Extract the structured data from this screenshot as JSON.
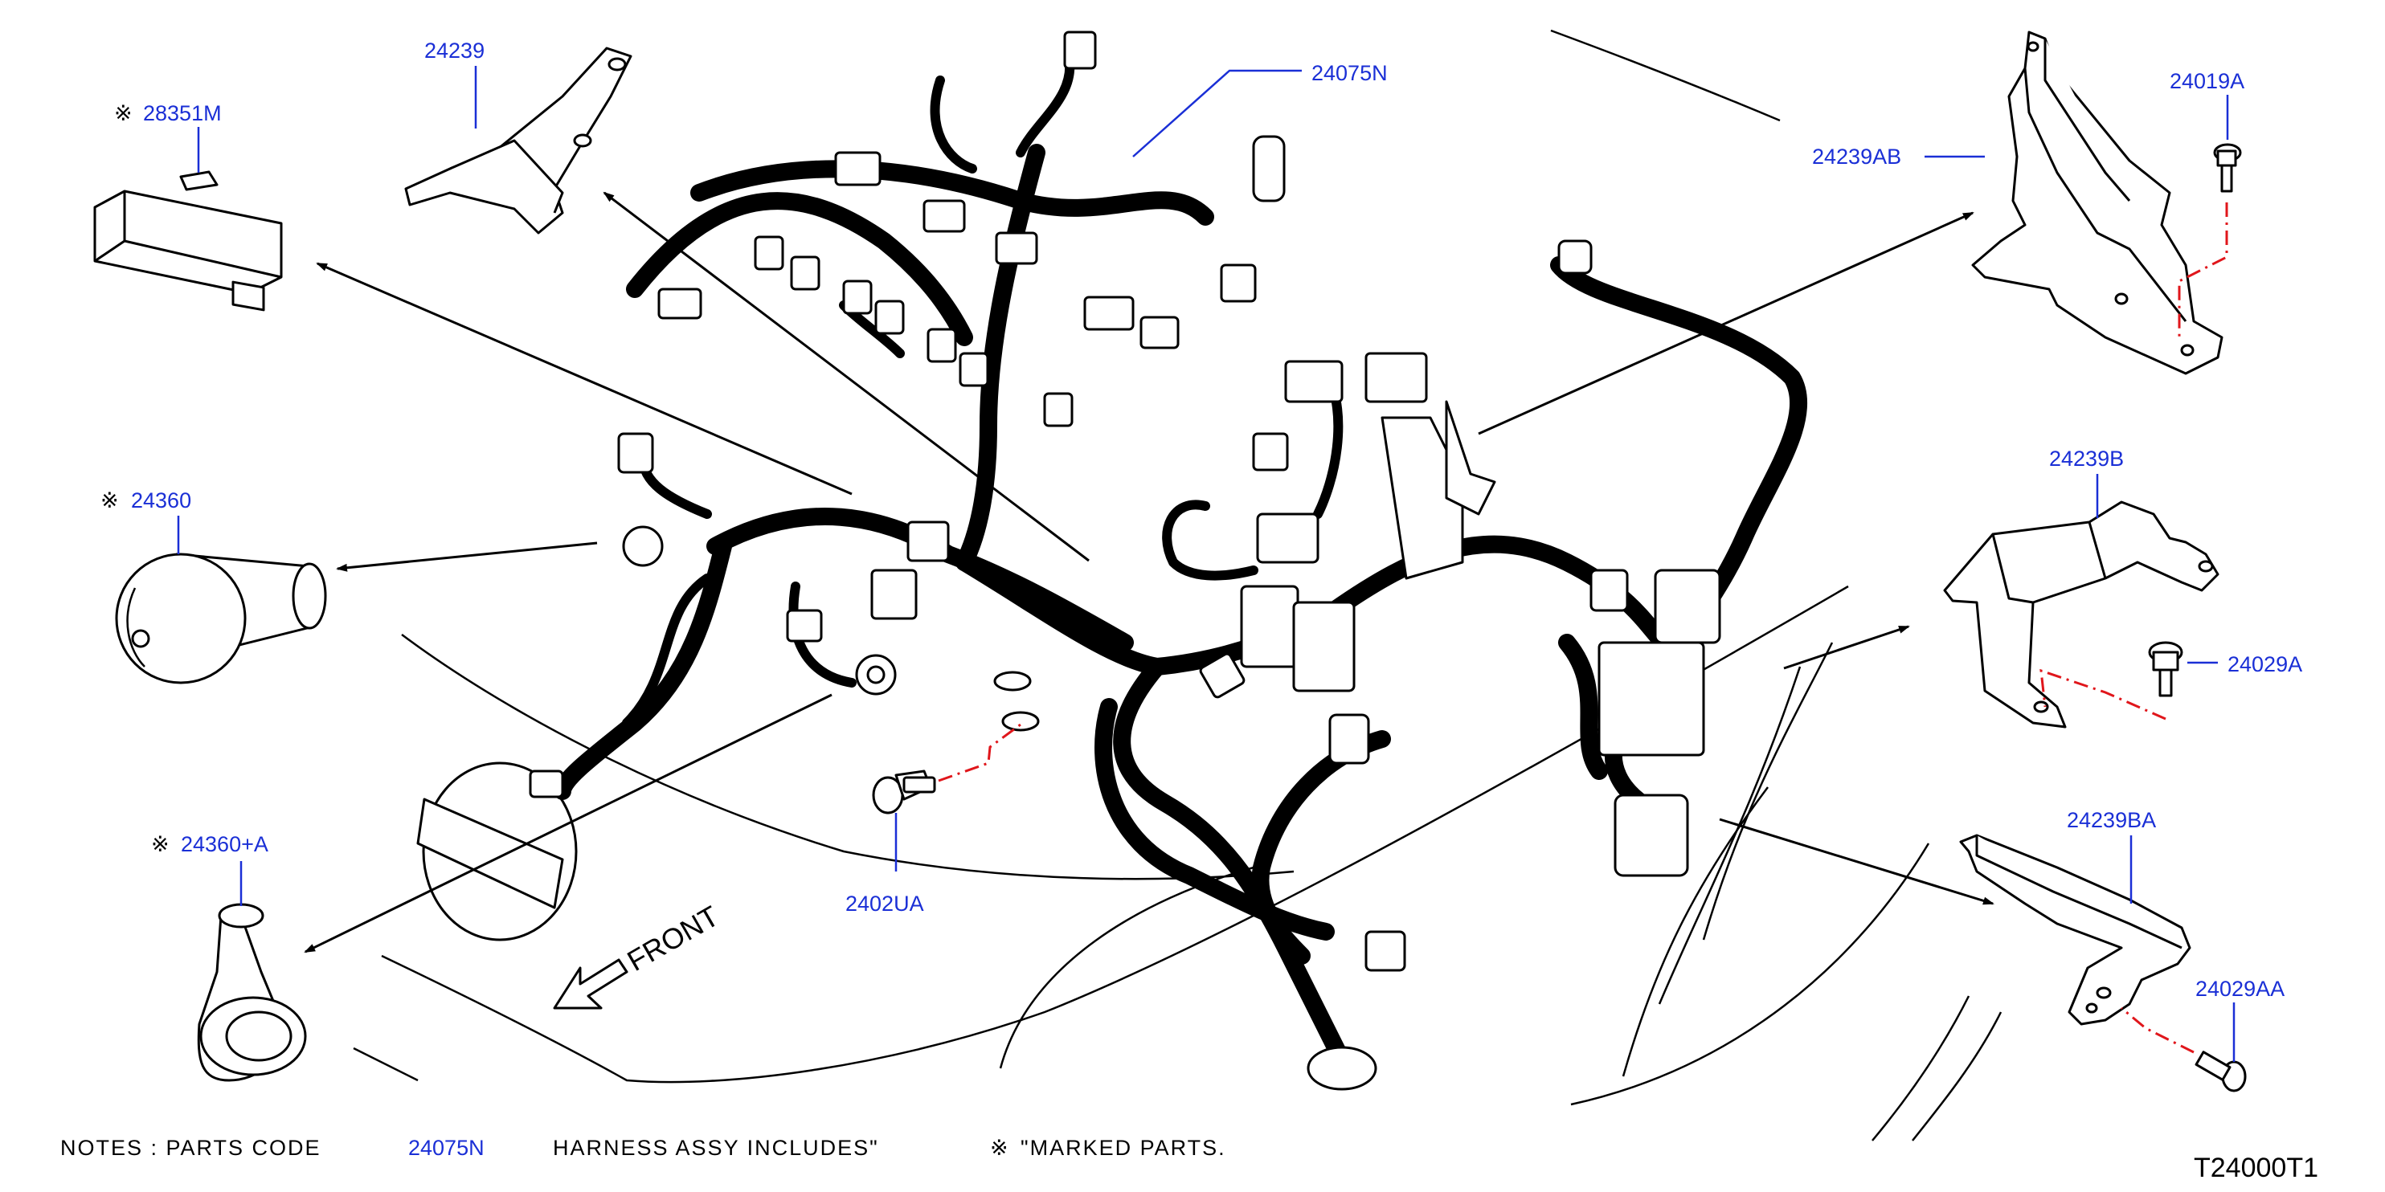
{
  "callouts": {
    "p28351m": {
      "mark": "※",
      "code": "28351M"
    },
    "p24239": {
      "code": "24239"
    },
    "p24075n": {
      "code": "24075N"
    },
    "p24360": {
      "mark": "※",
      "code": "24360"
    },
    "p24360a": {
      "mark": "※",
      "code": "24360+A"
    },
    "p2402ua": {
      "code": "2402UA"
    },
    "p24239ab": {
      "code": "24239AB"
    },
    "p24019a": {
      "code": "24019A"
    },
    "p24239b": {
      "code": "24239B"
    },
    "p24029a": {
      "code": "24029A"
    },
    "p24239ba": {
      "code": "24239BA"
    },
    "p24029aa": {
      "code": "24029AA"
    }
  },
  "front_label": "FRONT",
  "notes": {
    "prefix": "NOTES : PARTS CODE",
    "code": "24075N",
    "middle": "HARNESS ASSY INCLUDES\"",
    "mark": "※",
    "suffix": "\"MARKED PARTS."
  },
  "drawing_code": "T24000T1",
  "colors": {
    "callout_text": "#1a2fd6",
    "centerline": "#e0161b",
    "line": "#000000"
  }
}
